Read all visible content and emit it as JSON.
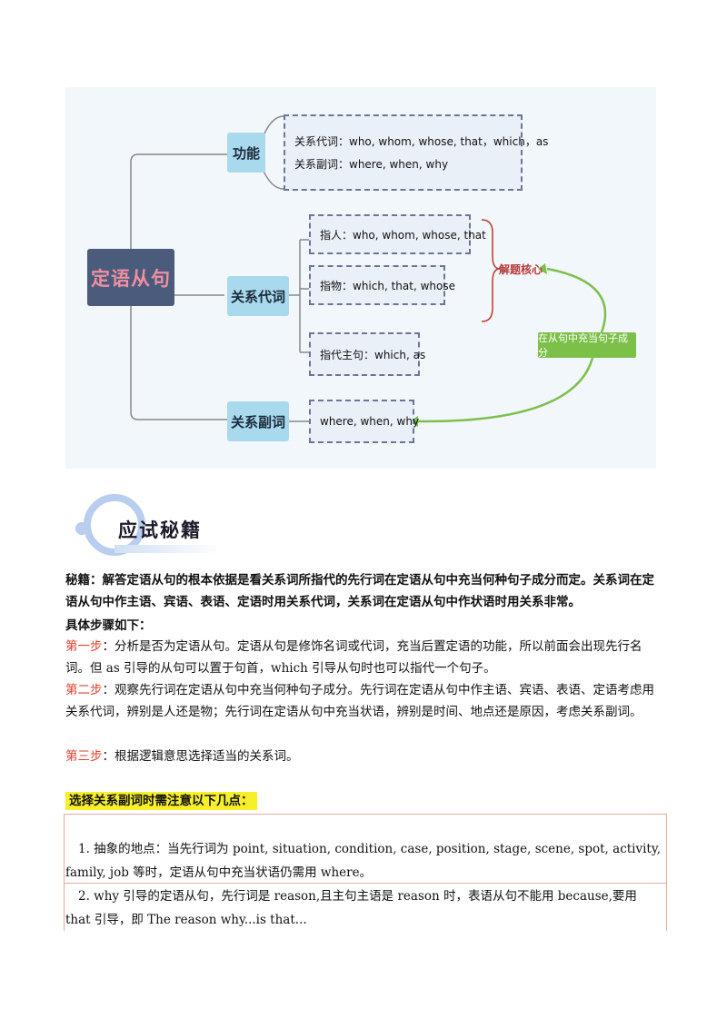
{
  "mindmap": {
    "root": "定语从句",
    "categories": {
      "function": "功能",
      "pronoun": "关系代词",
      "adverb": "关系副词"
    },
    "function_items": [
      "关系代词：who, whom, whose, that，which，as",
      "关系副词：where, when, why"
    ],
    "pronoun_items": [
      "指人：who, whom, whose, that",
      "指物：which, that, whose",
      "指代主句：which, as"
    ],
    "adverb_item": "where, when, why",
    "core_label": "解题核心",
    "green_label": "在从句中充当句子成分",
    "colors": {
      "root_bg": "#4a5b7c",
      "root_text": "#ef8fa0",
      "category_bg": "#a9d9ec",
      "arrow": "#7cc04a",
      "brace": "#c0392b"
    }
  },
  "banner": {
    "title": "应试秘籍"
  },
  "tips": {
    "secret": "秘籍：解答定语从句的根本依据是看关系词所指代的先行词在定语从句中充当何种句子成分而定。关系词在定语从句中作主语、宾语、表语、定语时用关系代词，关系词在定语从句中作状语时用关系非常。",
    "steps_intro": "具体步骤如下：",
    "step1_label": "第一步",
    "step1_text": "：分析是否为定语从句。定语从句是修饰名词或代词，充当后置定语的功能，所以前面会出现先行名词。但 as 引导的从句可以置于句首，which 引导从句时也可以指代一个句子。",
    "step2_label": "第二步",
    "step2_text": "：观察先行词在定语从句中充当何种句子成分。先行词在定语从句中作主语、宾语、表语、定语考虑用关系代词，辨别是人还是物；先行词在定语从句中充当状语，辨别是时间、地点还是原因，考虑关系副词。",
    "step3_label": "第三步",
    "step3_text": "：根据逻辑意思选择适当的关系词。"
  },
  "notes": {
    "title": "选择关系副词时需注意以下几点：",
    "items": [
      "1. 抽象的地点：当先行词为 point, situation, condition, case, position, stage, scene, spot, activity, family, job 等时，定语从句中充当状语仍需用 where。",
      "2. why 引导的定语从句，先行词是 reason,且主句主语是 reason 时，表语从句不能用 because,要用 that 引导，即 The reason why...is that..."
    ]
  }
}
